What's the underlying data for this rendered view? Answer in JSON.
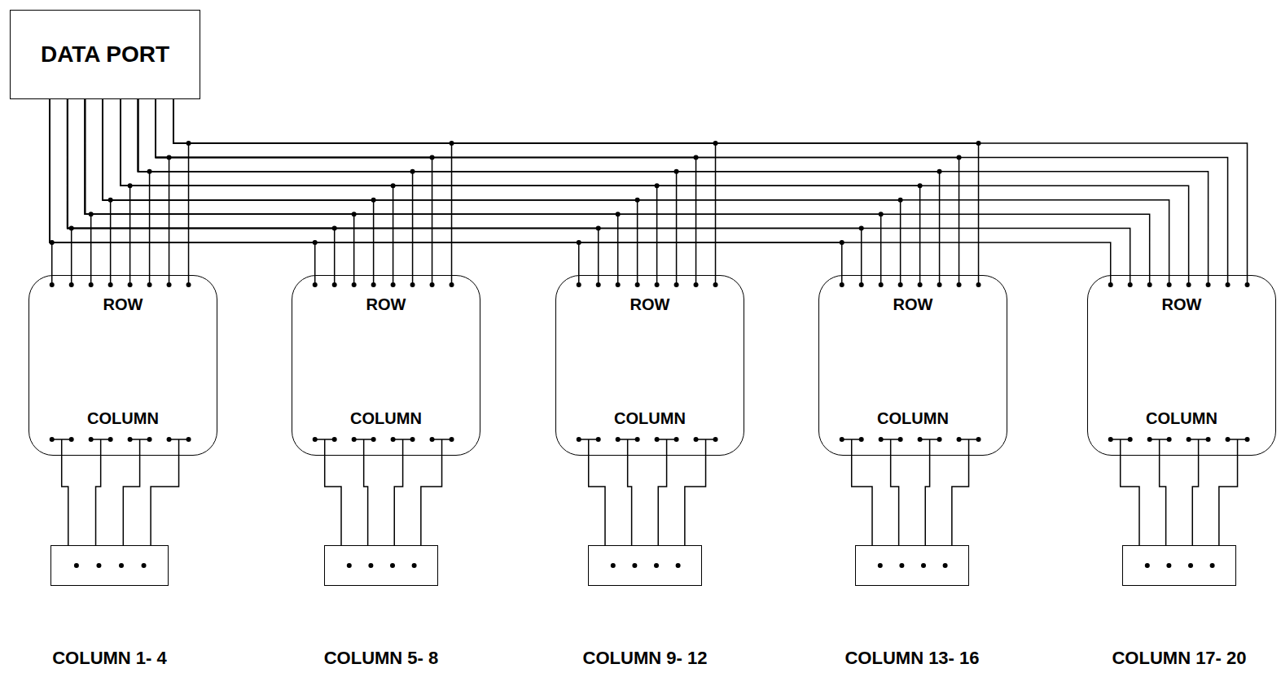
{
  "diagram": {
    "nodes": [
      {
        "text": [
          "DATA PORT"
        ]
      },
      {
        "text": [
          "ROW",
          "COLUMN"
        ]
      },
      {
        "text": [
          "ROW",
          "COLUMN"
        ]
      },
      {
        "text": [
          "ROW",
          "COLUMN"
        ]
      },
      {
        "text": [
          "ROW",
          "COLUMN"
        ]
      },
      {
        "text": [
          "ROW",
          "COLUMN"
        ]
      },
      {
        "text": [
          "COLUMN 1- 4"
        ]
      },
      {
        "text": [
          "COLUMN 5- 8"
        ]
      },
      {
        "text": [
          "COLUMN 9- 12"
        ]
      },
      {
        "text": [
          "COLUMN 13- 16"
        ]
      },
      {
        "text": [
          "COLUMN 17- 20"
        ]
      }
    ],
    "edges": [
      {
        "from": 0,
        "to": 1,
        "arrow": "none"
      },
      {
        "from": 0,
        "to": 2,
        "arrow": "none"
      },
      {
        "from": 0,
        "to": 3,
        "arrow": "none"
      },
      {
        "from": 0,
        "to": 4,
        "arrow": "none"
      },
      {
        "from": 0,
        "to": 5,
        "arrow": "none"
      },
      {
        "from": 1,
        "to": 6,
        "arrow": "none"
      },
      {
        "from": 2,
        "to": 7,
        "arrow": "none"
      },
      {
        "from": 3,
        "to": 8,
        "arrow": "none"
      },
      {
        "from": 4,
        "to": 9,
        "arrow": "none"
      },
      {
        "from": 5,
        "to": 10,
        "arrow": "none"
      }
    ]
  }
}
